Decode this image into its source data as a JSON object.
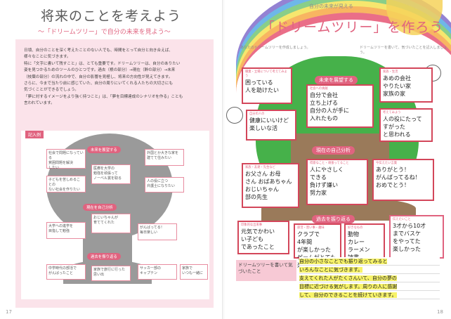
{
  "left": {
    "title": "将来のことを考えよう",
    "subtitle": "〜「ドリームツリー」で自分の未来を見よう〜",
    "paragraphs": [
      "日頃、自分のことを深く考えたことのない人でも、時間をとって自分と向き合えば、",
      "様々なことに気づきます。",
      "特に「文字に書いて残すこと」は、とても重要です。ドリームツリーは、自分のありたい",
      "姿を見つかるためのツールのひとつです。過去（根の部分）→現在（幹の部分）→未来",
      "（枝葉の部分）の流れの中で、自分の影響を見極し、将来の方向性が見えてきます。",
      "さらに、今まで当たり前に感じていた、自分の周りにいてくれる人たちの大切さにも",
      "気づくことができるでしょう。",
      "「夢に対するイメージをより強く持つこと」は、「夢を目標達成のシナリオを作る」ことも",
      "言われています。"
    ],
    "example_tag": "記入例",
    "bands": {
      "future": "未来を展望する",
      "present": "現在を自己分析",
      "past": "過去を振り返る"
    },
    "boxes": [
      "社会で問題になっている\n貧困問題を解決\nしたい",
      "外国とか大きな家を\n建てて住みたい",
      "子どもを苦しめることの\nない社会を作りたい",
      "医療を大学の\n勉強を頑張って\nノーベル賞を取る",
      "人の役に立つ\n弁護士になりたい",
      "大学への進学を\n目指して勉強",
      "おじいちゃんが\n育ててくれた",
      "がんばってる！\n毎日楽しい",
      "中学時代の部活で\nがんばったこと",
      "家族で旅行に行った\n思い出",
      "サッカー部の\nキャプテン",
      "家族で\nいつも一緒に"
    ],
    "page_number": "17"
  },
  "right": {
    "kicker": "自分の未来が見える",
    "title": "「ドリームツリー」を作ろう",
    "small_note_left": "あなたのドリームツリーを作成しましょう。",
    "small_note_right": "ドリームツリーを書いて、気づいたことを記入しましょう。",
    "bands": {
      "future": "未来を展望する",
      "present": "現在の自己分析",
      "past": "過去を振り返る"
    },
    "cards": [
      {
        "cap": "職業・立場について考えてみよう",
        "text": "困っている\n人を助けたい"
      },
      {
        "cap": "社会への貢献",
        "text": "自分で会社\n立ち上げる\n自分の人が手に\n入れたもの"
      },
      {
        "cap": "家族・生活",
        "text": "あめの会社\nやりたい家\n家族の家"
      },
      {
        "cap": "自分の人の",
        "text": "健康にいいけど\n楽しいな活"
      },
      {
        "cap": "考えてみよう",
        "text": "人の役にたって\nすがった\nと思われる"
      },
      {
        "cap": "家族・友達・先生など",
        "text": "お父さん お母\nさん おばあちゃん\nおじいちゃん\n部の先生"
      },
      {
        "cap": "得意なこと・頑張ってること",
        "text": "人にやさしく\nできる\n負けず嫌い\n努力家"
      },
      {
        "cap": "今伝えたい言葉",
        "text": "ありがとう！\nがんばってるね！\nおめでとう！"
      },
      {
        "cap": "印象的な出来事",
        "text": "元気でかわい\nい子ども\nであったこと"
      },
      {
        "cap": "部活・習い事・趣味",
        "text": "クラブで\n4年間\nが楽しかった\nゲームがとても\n楽しい"
      },
      {
        "cap": "好きなもの",
        "text": "動物\nカレー\nラーメン\n読書"
      },
      {
        "cap": "伝えたいこと",
        "text": "3才から10才\nまでバスケ\nをやってた\n楽しかった"
      }
    ],
    "reflect_label": "ドリームツリーを書いて気づいたこと",
    "notes": [
      "自分の小さなことでも振り返ってみると",
      "いろんなことに気づきます。",
      "支えてくれた人がたくさんいて、自分の夢の",
      "目標に近づける気がします。周りの人に感謝",
      "して、自分のできることを続けていきます。"
    ],
    "page_number": "18"
  }
}
